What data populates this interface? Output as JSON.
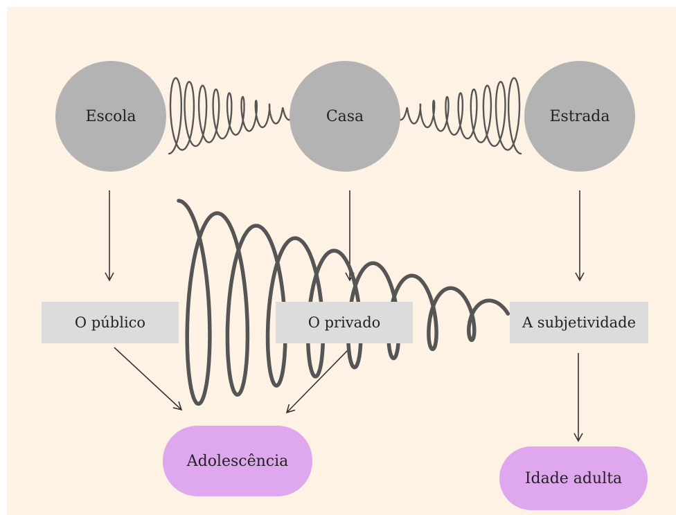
{
  "colors": {
    "background": "#fdf2e4",
    "circle_fill": "#b3b3b3",
    "box_fill": "#dcdcdc",
    "pill_fill": "#dfa8ee",
    "line": "#333333",
    "spring": "#555555"
  },
  "nodes": {
    "escola": "Escola",
    "casa": "Casa",
    "estrada": "Estrada",
    "publico": "O público",
    "privado": "O privado",
    "subjetividade": "A subjetividade",
    "adolescencia": "Adolescência",
    "idade_adulta": "Idade adulta"
  }
}
